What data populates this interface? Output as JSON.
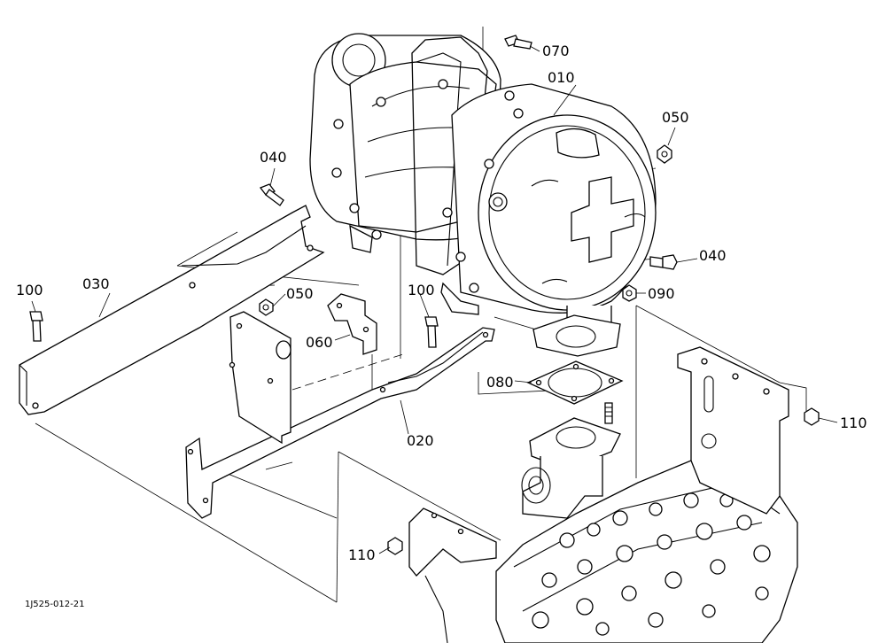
{
  "figure_code": "1J525-012-21",
  "callouts": {
    "c010": "010",
    "c020": "020",
    "c030": "030",
    "c040a": "040",
    "c040b": "040",
    "c050a": "050",
    "c050b": "050",
    "c060": "060",
    "c070": "070",
    "c080": "080",
    "c090": "090",
    "c100a": "100",
    "c100b": "100",
    "c110a": "110",
    "c110b": "110"
  }
}
